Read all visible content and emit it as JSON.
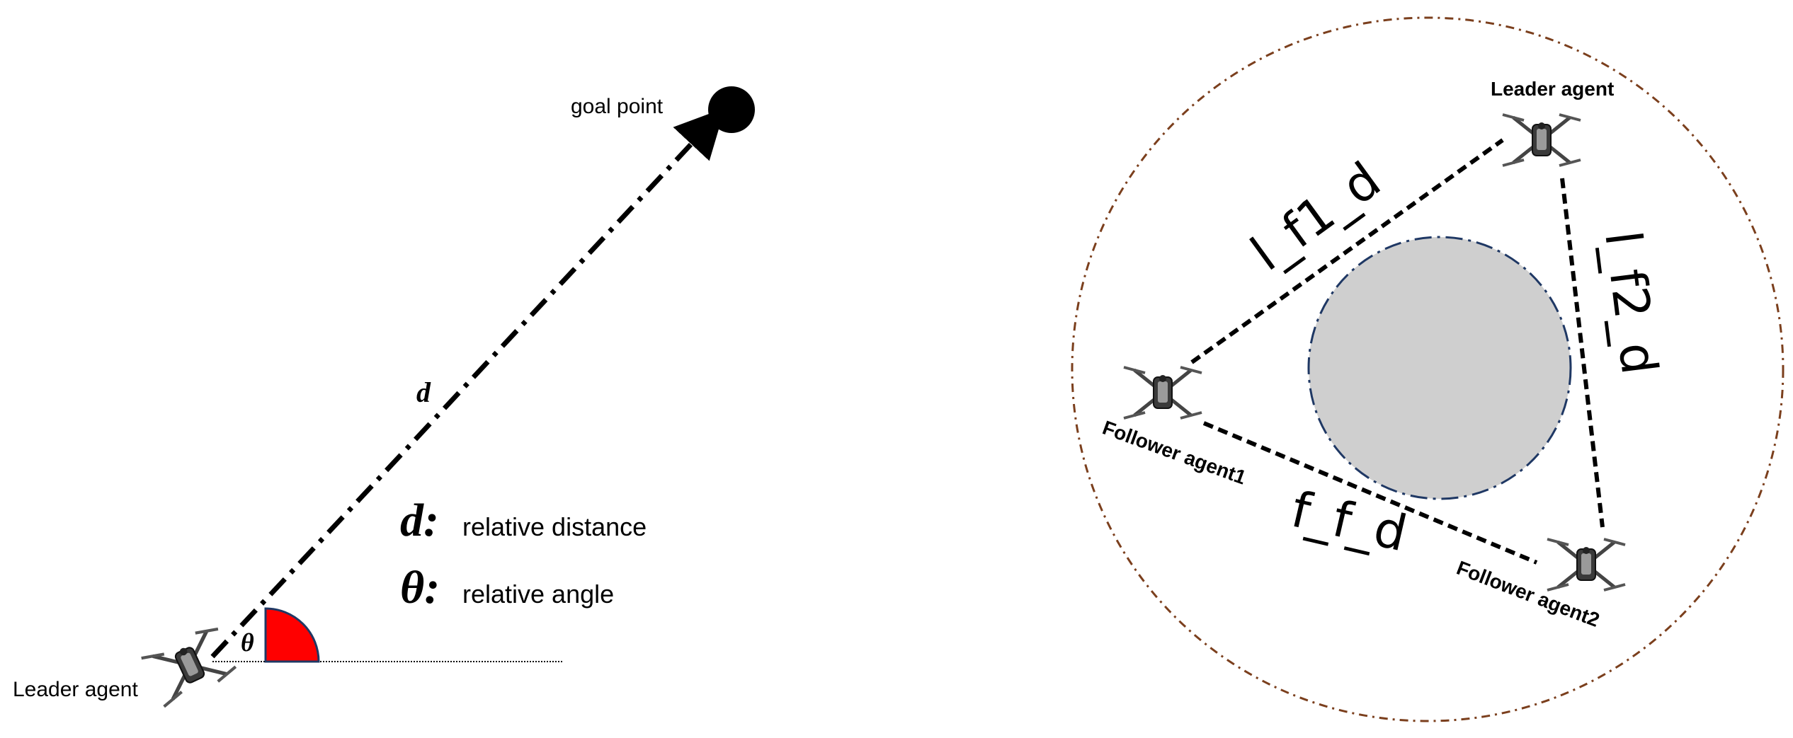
{
  "left": {
    "goal_label": "goal point",
    "leader_label": "Leader agent",
    "d_symbol": "d",
    "theta_symbol": "θ",
    "legend": [
      {
        "symbol": "d:",
        "text": "relative distance"
      },
      {
        "symbol": "θ:",
        "text": "relative angle"
      }
    ],
    "angle_color": "#ff0000"
  },
  "right": {
    "leader_label": "Leader agent",
    "follower1_label": "Follower agent1",
    "follower2_label": "Follower agent2",
    "edge_leader_f1": "l_f1_d",
    "edge_leader_f2": "l_f2_d",
    "edge_f1_f2": "f_f_d",
    "obstacle_color": "#cfcfcf",
    "obstacle_border_color": "#1f3864",
    "boundary_color": "#7b3f1d"
  }
}
